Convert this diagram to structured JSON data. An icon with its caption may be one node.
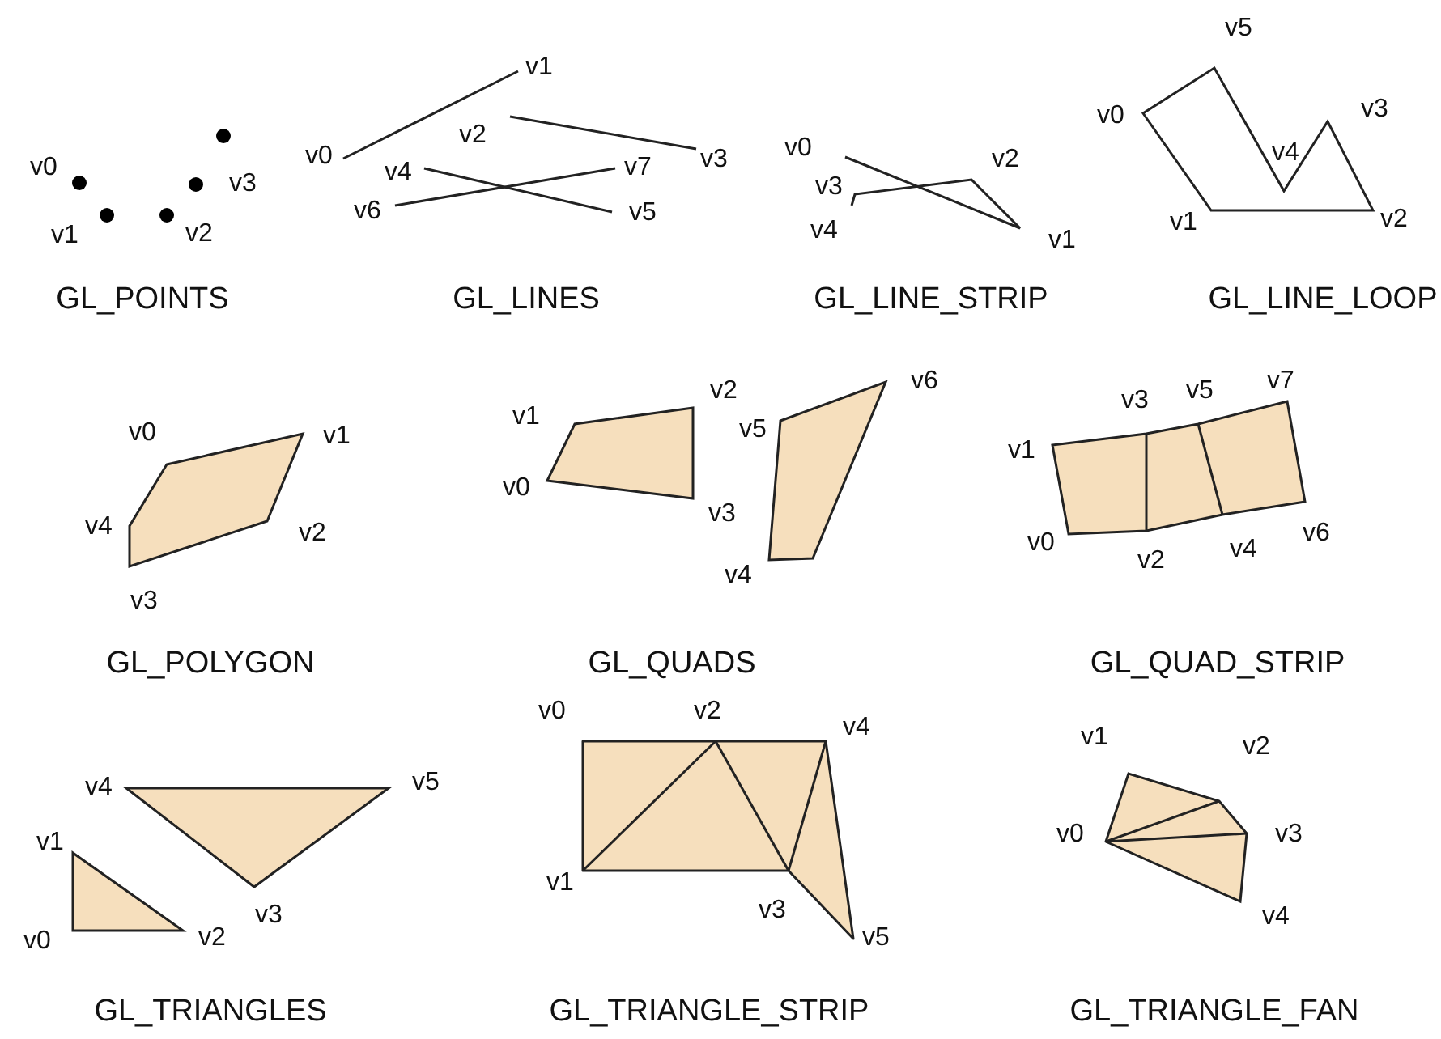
{
  "diagram": {
    "labels": [
      "v0",
      "v1",
      "v2",
      "v3",
      "GL_POINTS",
      "v1",
      "v0",
      "v2",
      "v3",
      "v4",
      "v7",
      "v6",
      "v5",
      "GL_LINES",
      "v0",
      "v2",
      "v3",
      "v4",
      "v1",
      "GL_LINE_STRIP",
      "v5",
      "v0",
      "v4",
      "v3",
      "v1",
      "v2",
      "GL_LINE_LOOP",
      "v0",
      "v1",
      "v4",
      "v2",
      "v3",
      "GL_POLYGON",
      "v1",
      "v2",
      "v0",
      "v3",
      "v5",
      "v6",
      "v4",
      "GL_QUADS",
      "v1",
      "v3",
      "v5",
      "v7",
      "v0",
      "v2",
      "v4",
      "v6",
      "GL_QUAD_STRIP",
      "v4",
      "v5",
      "v1",
      "v3",
      "v0",
      "v2",
      "GL_TRIANGLES",
      "v0",
      "v2",
      "v4",
      "v1",
      "v3",
      "v5",
      "GL_TRIANGLE_STRIP",
      "v1",
      "v2",
      "v0",
      "v3",
      "v4",
      "GL_TRIANGLE_FAN"
    ]
  }
}
